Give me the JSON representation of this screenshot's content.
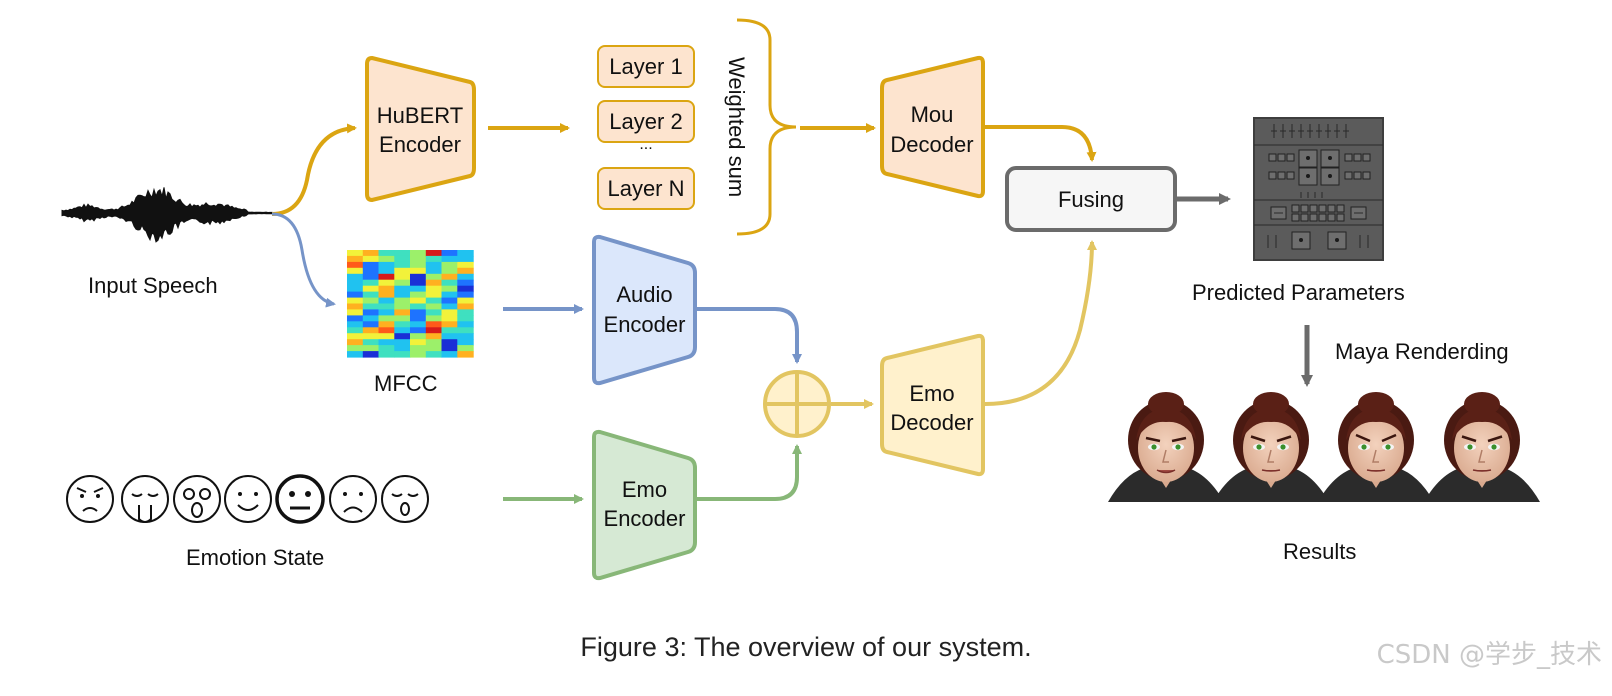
{
  "labels": {
    "input_speech": "Input Speech",
    "mfcc": "MFCC",
    "emotion_state": "Emotion State",
    "hubert_encoder_line1": "HuBERT",
    "hubert_encoder_line2": "Encoder",
    "layer1": "Layer 1",
    "layer2": "Layer 2",
    "ellipsis": "...",
    "layerN": "Layer N",
    "weighted_sum": "Weighted sum",
    "mou_decoder_line1": "Mou",
    "mou_decoder_line2": "Decoder",
    "audio_encoder_line1": "Audio",
    "audio_encoder_line2": "Encoder",
    "emo_encoder_line1": "Emo",
    "emo_encoder_line2": "Encoder",
    "emo_decoder_line1": "Emo",
    "emo_decoder_line2": "Decoder",
    "fusing": "Fusing",
    "predicted_parameters": "Predicted Parameters",
    "maya_rendering": "Maya Renderding",
    "results": "Results"
  },
  "caption": "Figure 3: The overview of our system.",
  "watermark": "CSDN @学步_技术",
  "colors": {
    "orange": "#dba512",
    "orange_fill": "#fde4cf",
    "blue": "#7694c8",
    "blue_fill": "#dbe7fb",
    "green": "#88b778",
    "green_fill": "#d6e9d4",
    "yellow": "#e2c561",
    "yellow_fill": "#fff1cc",
    "gray": "#6b6b6b"
  }
}
